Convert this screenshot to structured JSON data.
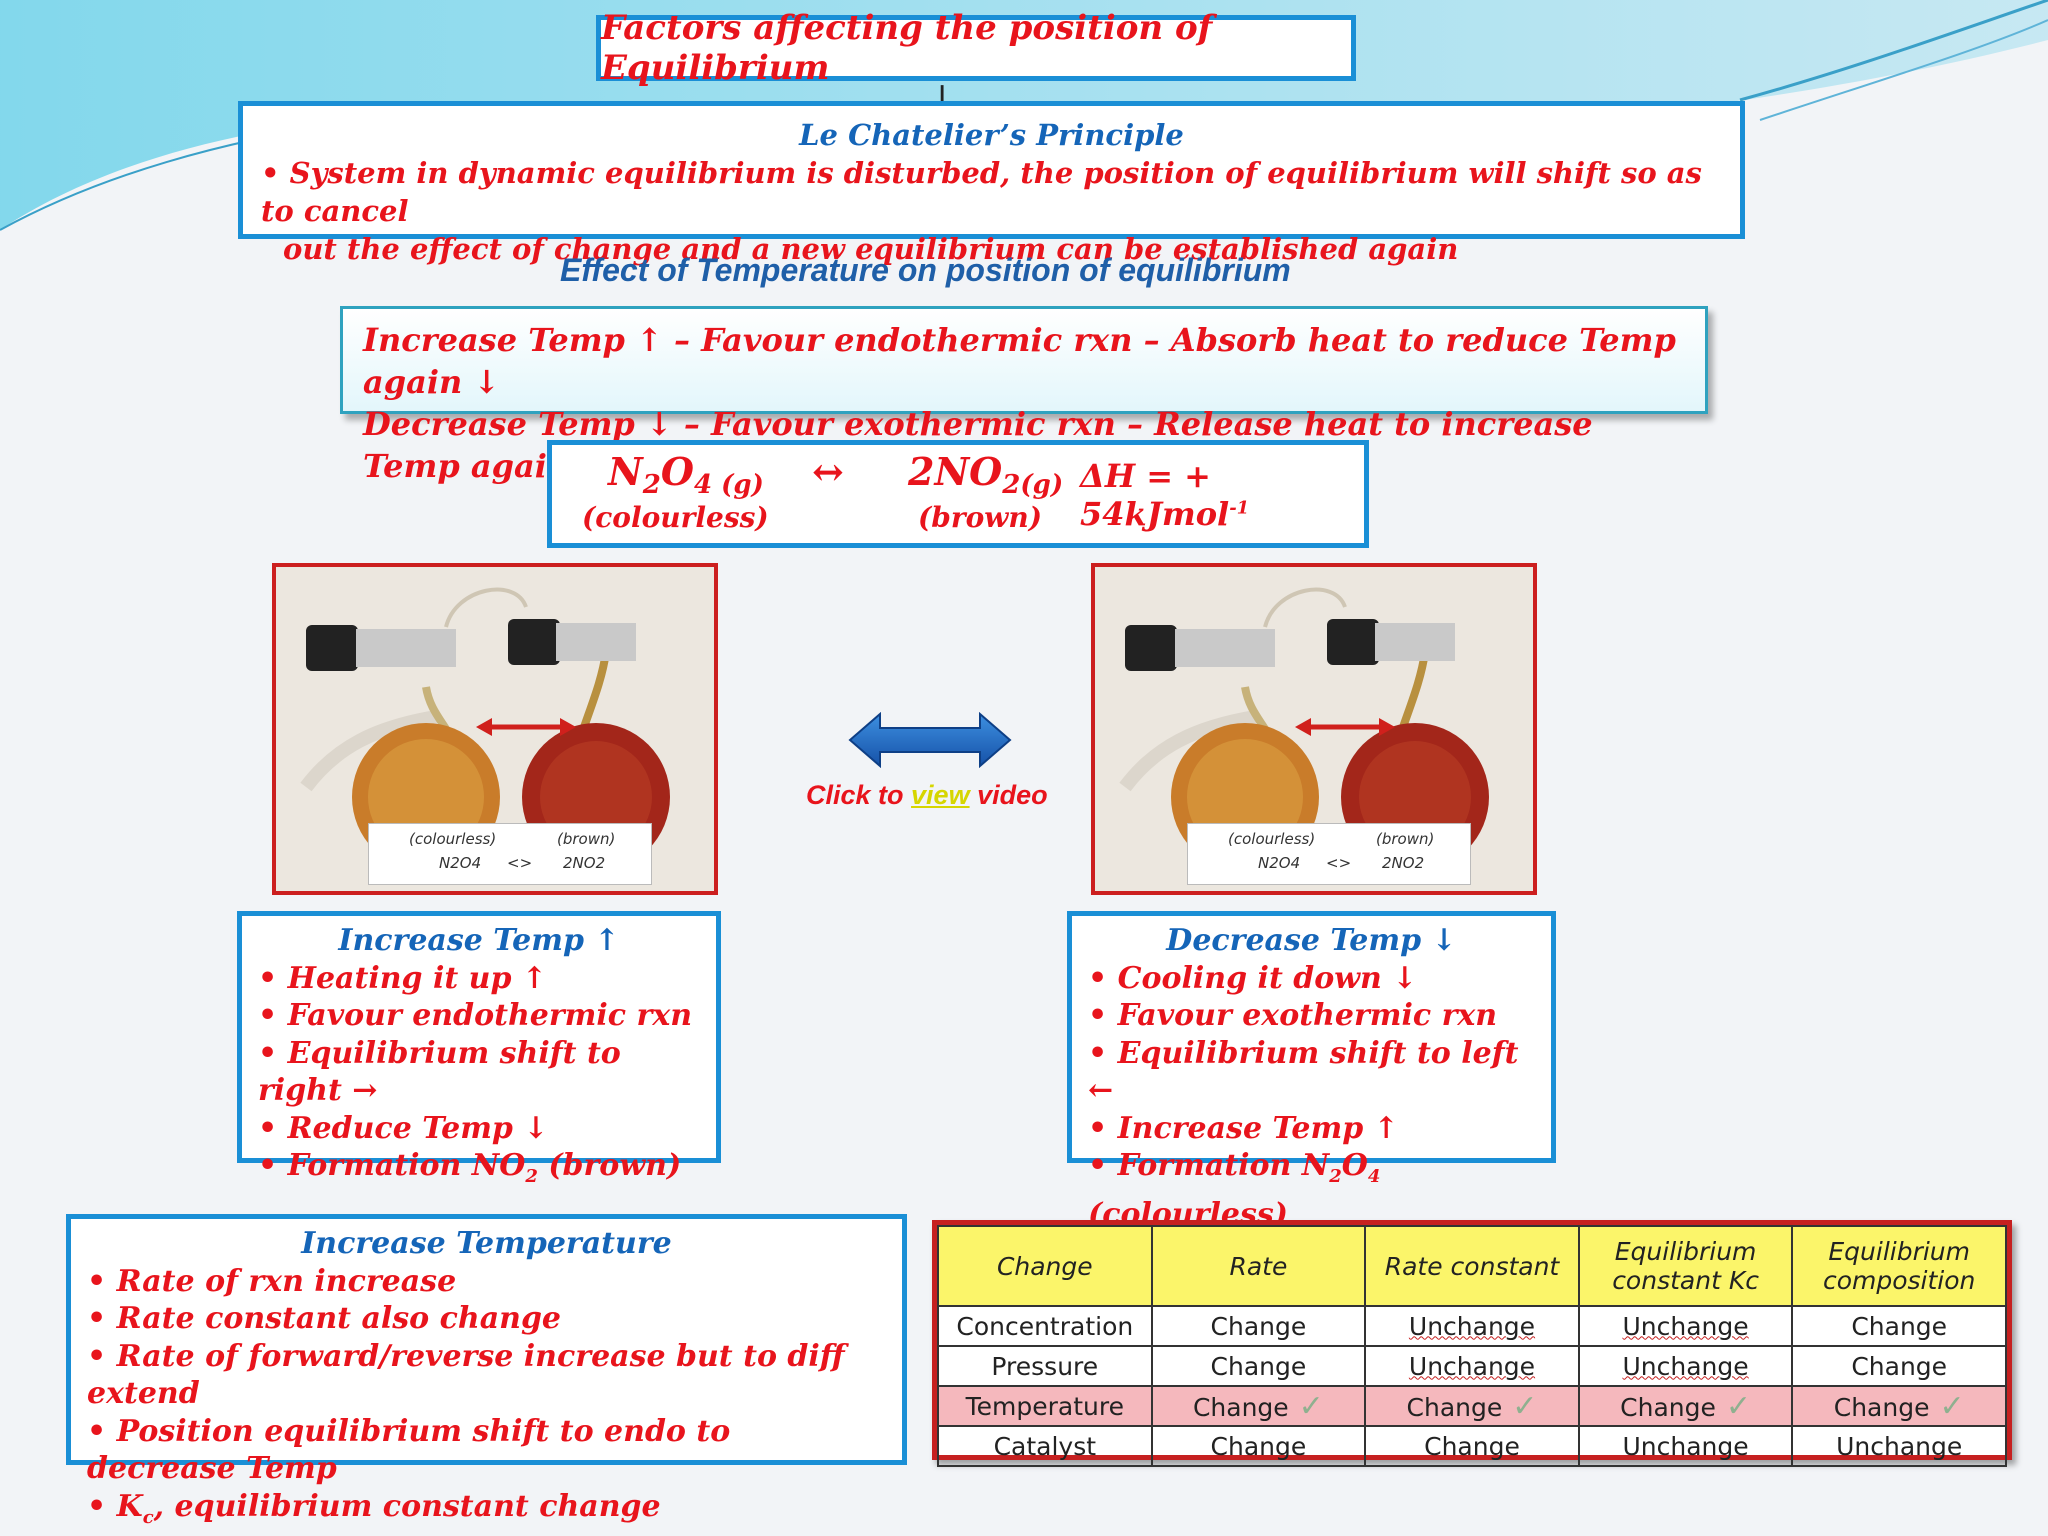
{
  "slide": {
    "title": "Factors affecting the position of Equilibrium",
    "principle": {
      "heading": "Le  Chatelier’s Principle",
      "line1": "• System in dynamic equilibrium is disturbed, the position of equilibrium will shift so as to cancel",
      "line2": "out the effect of change and a new equilibrium can be established again"
    },
    "section_heading": "Effect of Temperature on position of equilibrium",
    "rules": {
      "line1": "Increase Temp ↑  – Favour endothermic rxn – Absorb heat to reduce Temp again ↓",
      "line2": "Decrease Temp ↓ – Favour exothermic rxn – Release heat to increase Temp again ↑"
    },
    "equation": {
      "reactant": "N",
      "reactant_sub1": "2",
      "reactant_mid": "O",
      "reactant_sub2": "4 (g)",
      "arrow": "↔",
      "product": "2NO",
      "product_sub": "2(g)",
      "enthalpy": "ΔH = + 54kJmol",
      "enthalpy_sup": "-1",
      "reactant_note": "(colourless)",
      "product_note": "(brown)"
    },
    "photo_labels": {
      "left_top": "(colourless)",
      "right_top": "(brown)",
      "left_bottom": "N2O4",
      "mid": "<>",
      "right_bottom": "2NO2"
    },
    "video": {
      "prefix": "Click to ",
      "link": "view",
      "suffix": " video"
    },
    "increase_box": {
      "heading": "Increase Temp ↑",
      "items": [
        "• Heating it up ↑",
        "• Favour endothermic rxn",
        "• Equilibrium shift to right →",
        "• Reduce Temp ↓"
      ],
      "last_prefix": "• Formation NO",
      "last_sub": "2",
      "last_suffix": " (brown)"
    },
    "decrease_box": {
      "heading": "Decrease Temp ↓",
      "items": [
        "• Cooling it down ↓",
        "• Favour exothermic rxn",
        "• Equilibrium shift to left ←",
        "• Increase Temp ↑"
      ],
      "last_prefix": "• Formation N",
      "last_sub1": "2",
      "last_mid": "O",
      "last_sub2": "4",
      "last_suffix": " (colourless)"
    },
    "summary_box": {
      "heading": "Increase Temperature",
      "items": [
        "• Rate of rxn increase",
        "• Rate constant also change",
        "• Rate of forward/reverse increase but to diff extend",
        "• Position equilibrium shift to endo to decrease Temp"
      ],
      "last_prefix": "• K",
      "last_sub": "c",
      "last_suffix": ", equilibrium constant change"
    },
    "table": {
      "headers": [
        "Change",
        "Rate",
        "Rate constant",
        "Equilibrium constant Kc",
        "Equilibrium composition"
      ],
      "rows": [
        [
          "Concentration",
          "Change",
          "Unchange",
          "Unchange",
          "Change"
        ],
        [
          "Pressure",
          "Change",
          "Unchange",
          "Unchange",
          "Change"
        ],
        [
          "Temperature",
          "Change",
          "Change",
          "Change",
          "Change"
        ],
        [
          "Catalyst",
          "Change",
          "Change",
          "Unchange",
          "Unchange"
        ]
      ],
      "highlight_row": "Temperature"
    },
    "colors": {
      "text_red": "#e8141c",
      "text_blue": "#1565b8",
      "box_border": "#1a8fd6",
      "table_header": "#fbf56a",
      "table_highlight": "#f5b8bd"
    }
  }
}
